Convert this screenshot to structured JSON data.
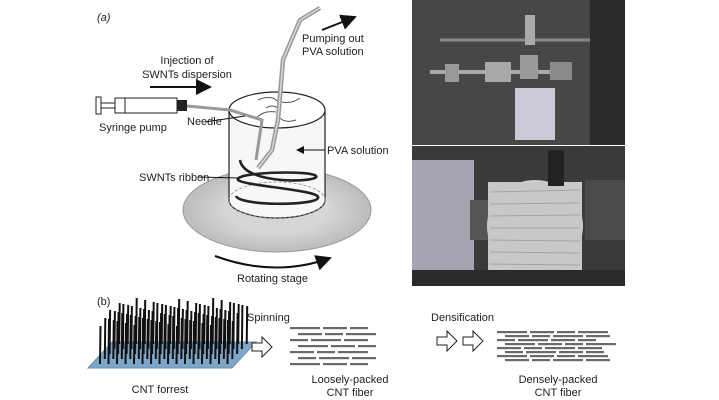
{
  "panel_a": {
    "label": "(a)",
    "injection": [
      "Injection of",
      "SWNTs dispersion"
    ],
    "pumping": [
      "Pumping out",
      "PVA solution"
    ],
    "needle": "Needle",
    "syringe": "Syringe pump",
    "pva": "PVA solution",
    "ribbon": "SWNTs ribbon",
    "stage": "Rotating stage"
  },
  "panel_b": {
    "label": "(b)",
    "spinning": "Spinning",
    "densification": "Densification",
    "forest": "CNT forrest",
    "loose": [
      "Loosely-packed",
      "CNT fiber"
    ],
    "dense": [
      "Densely-packed",
      "CNT fiber"
    ]
  },
  "colors": {
    "platform": "#7fa6c9",
    "bundle": "#333333",
    "stage": "#cfcfcf"
  }
}
